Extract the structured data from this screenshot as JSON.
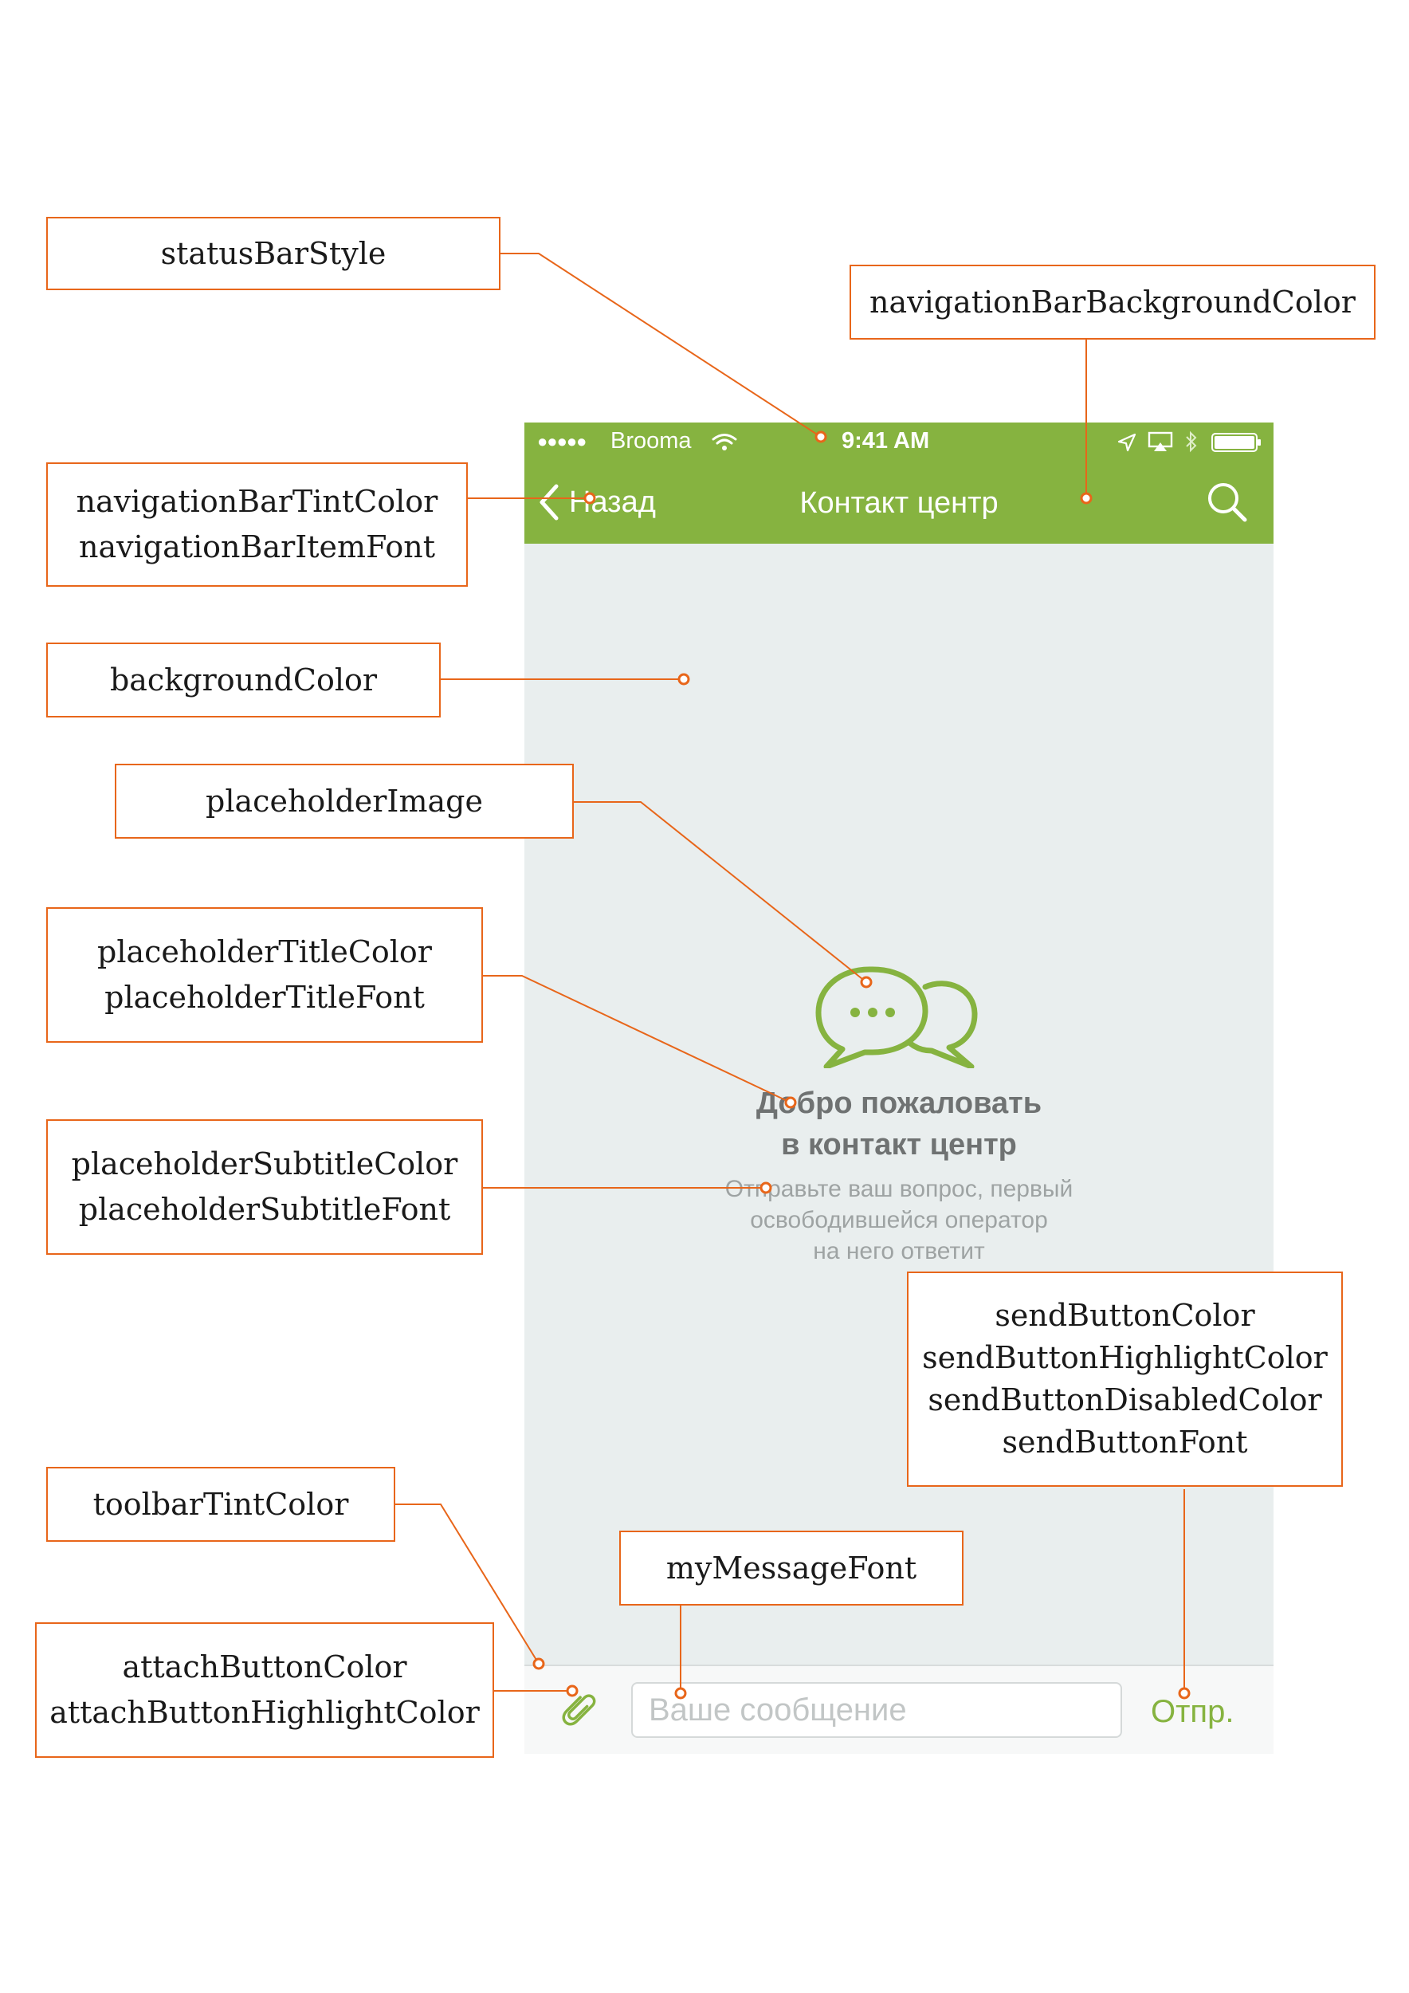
{
  "colors": {
    "accent": "#86b340",
    "annotation": "#e8661a",
    "background": "#e9eeee",
    "title_text": "#6f7272",
    "subtitle_text": "#9ea3a3"
  },
  "callouts": {
    "status_bar": [
      "statusBarStyle"
    ],
    "nav_background": [
      "navigationBarBackgroundColor"
    ],
    "nav_tint": [
      "navigationBarTintColor",
      "navigationBarItemFont"
    ],
    "background": [
      "backgroundColor"
    ],
    "placeholder_image": [
      "placeholderImage"
    ],
    "placeholder_title": [
      "placeholderTitleColor",
      "placeholderTitleFont"
    ],
    "placeholder_subtitle": [
      "placeholderSubtitleColor",
      "placeholderSubtitleFont"
    ],
    "send_button": [
      "sendButtonColor",
      "sendButtonHighlightColor",
      "sendButtonDisabledColor",
      "sendButtonFont"
    ],
    "toolbar_tint": [
      "toolbarTintColor"
    ],
    "my_message": [
      "myMessageFont"
    ],
    "attach_button": [
      "attachButtonColor",
      "attachButtonHighlightColor"
    ]
  },
  "phone": {
    "status_bar": {
      "signal_dots": "●●●●●",
      "carrier": "Brooma",
      "time": "9:41 AM",
      "icons": [
        "wifi-icon",
        "location-arrow-icon",
        "airplay-icon",
        "bluetooth-icon",
        "battery-icon"
      ]
    },
    "nav_bar": {
      "back_label": "Назад",
      "title": "Контакт центр",
      "icons": [
        "chevron-left-icon",
        "search-icon"
      ]
    },
    "placeholder": {
      "icon": "chat-bubbles-icon",
      "title_lines": [
        "Добро пожаловать",
        "в контакт центр"
      ],
      "subtitle_lines": [
        "Отправьте ваш вопрос, первый",
        "освободившейся оператор",
        "на него ответит"
      ]
    },
    "toolbar": {
      "attach_icon": "paperclip-icon",
      "input_placeholder": "Ваше сообщение",
      "send_label": "Отпр."
    }
  }
}
